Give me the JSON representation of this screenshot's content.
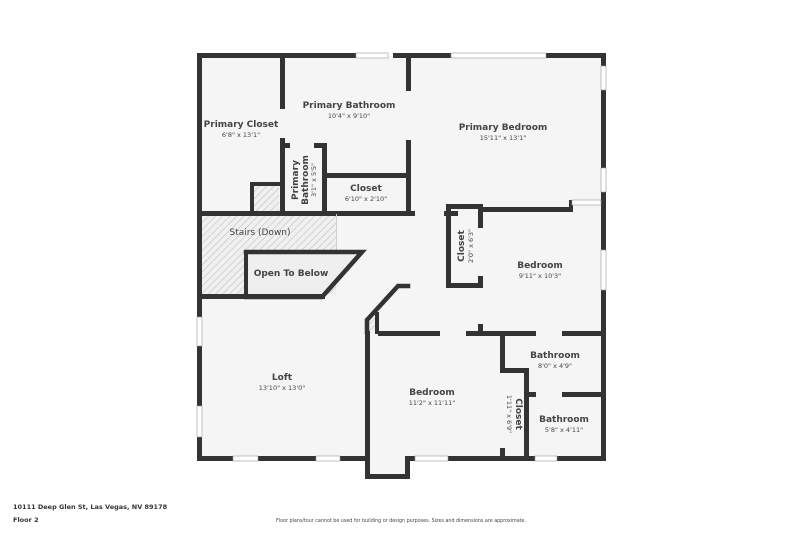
{
  "rooms": [
    {
      "id": "primary-closet",
      "name": "Primary Closet",
      "dims": "6'8\" x 13'1\""
    },
    {
      "id": "primary-bathroom",
      "name": "Primary Bathroom",
      "dims": "10'4\" x 9'10\""
    },
    {
      "id": "primary-bedroom",
      "name": "Primary Bedroom",
      "dims": "15'11\" x 13'1\""
    },
    {
      "id": "primary-bathroom-small",
      "name_line1": "Primary",
      "name_line2": "Bathroom",
      "dims": "3'1\" x 5'5\""
    },
    {
      "id": "closet-top",
      "name": "Closet",
      "dims": "6'10\" x 2'10\""
    },
    {
      "id": "stairs",
      "name": "Stairs (Down)"
    },
    {
      "id": "open-to-below",
      "name": "Open To Below"
    },
    {
      "id": "closet-mid",
      "name": "Closet",
      "dims": "2'0\" x 6'3\""
    },
    {
      "id": "bedroom-right",
      "name": "Bedroom",
      "dims": "9'11\" x 10'3\""
    },
    {
      "id": "loft",
      "name": "Loft",
      "dims": "13'10\" x 13'0\""
    },
    {
      "id": "bedroom-bottom",
      "name": "Bedroom",
      "dims": "11'2\" x 11'11\""
    },
    {
      "id": "closet-bottom",
      "name": "Closet",
      "dims": "1'11\" x 6'9\""
    },
    {
      "id": "bathroom-upper",
      "name": "Bathroom",
      "dims": "8'0\" x 4'9\""
    },
    {
      "id": "bathroom-lower",
      "name": "Bathroom",
      "dims": "5'8\" x 4'11\""
    }
  ],
  "footer": {
    "address": "10111 Deep Glen St, Las Vegas, NV 89178",
    "floor": "Floor 2",
    "disclaimer": "Floor plans/tour cannot be used for building or design purposes. Sizes and dimensions are approximate."
  },
  "colors": {
    "wall": "#333333",
    "floor": "#f5f5f5",
    "hatch": "#bdbdbd"
  }
}
